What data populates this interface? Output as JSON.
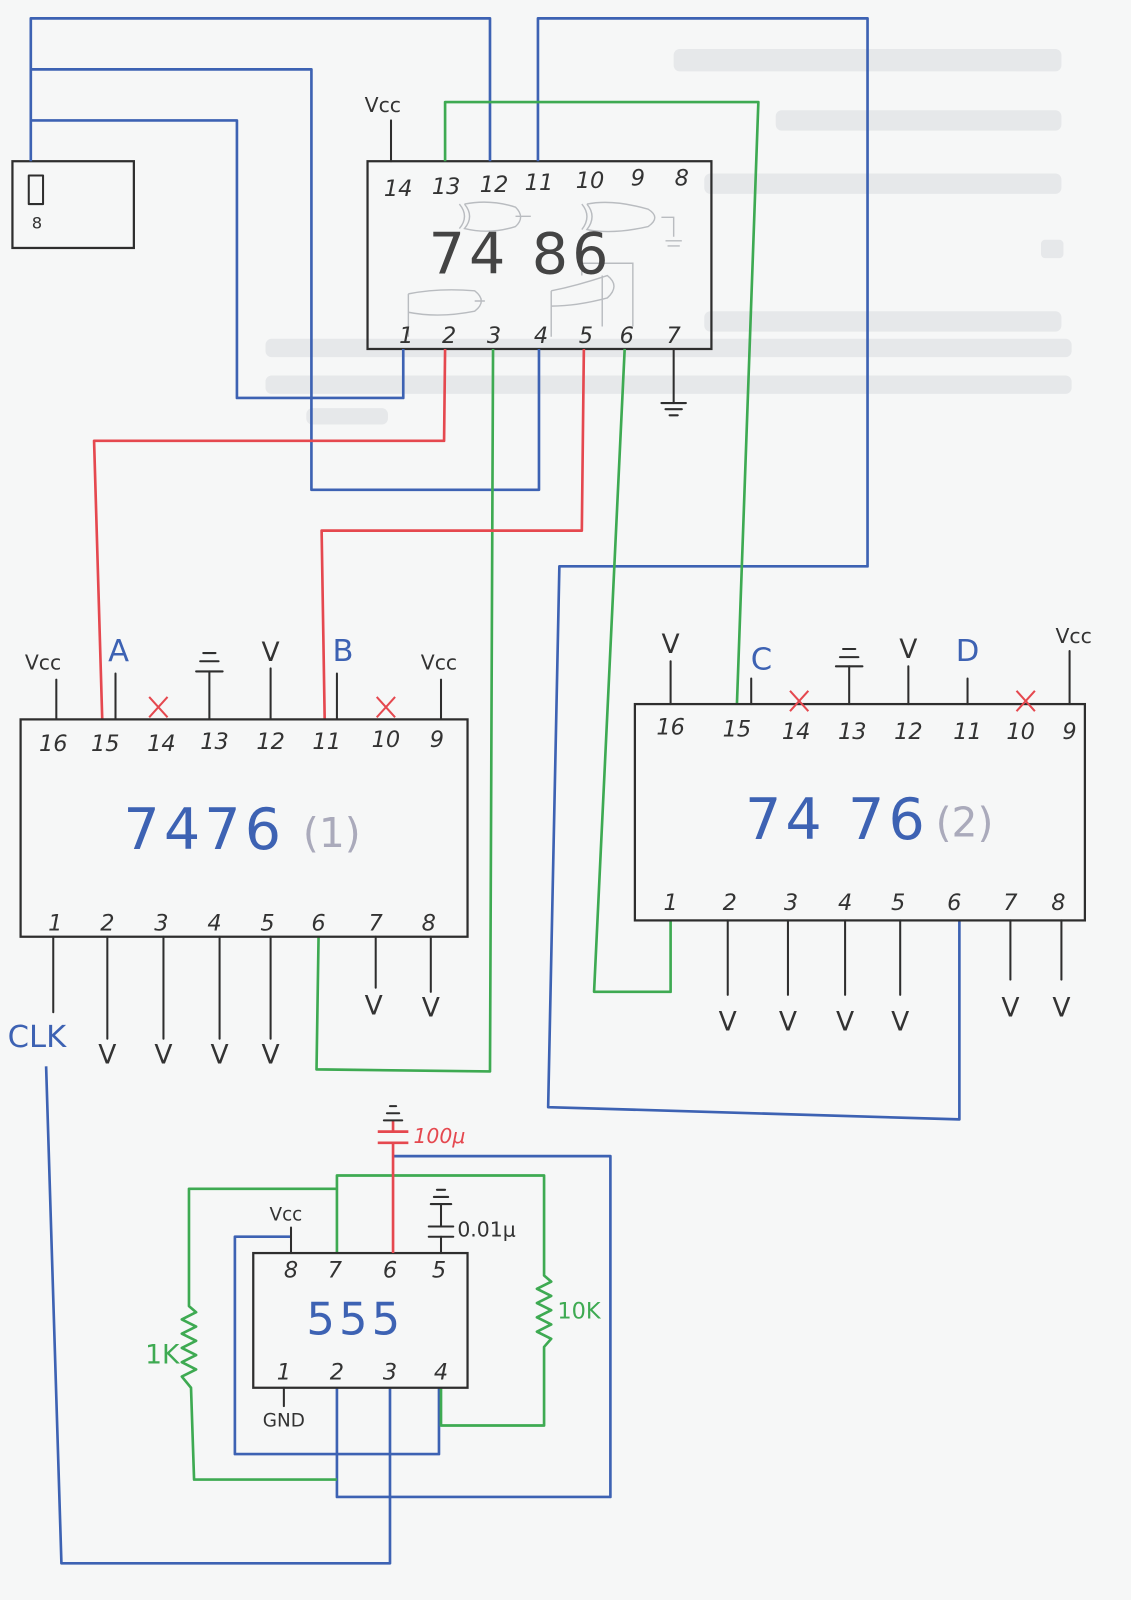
{
  "colors": {
    "blue": "#3d62b3",
    "red": "#e5484f",
    "green": "#3eaa52",
    "pencil": "#2e2e2e"
  },
  "display": {
    "digit": "8"
  },
  "ic_7486": {
    "label": "74 86",
    "vcc": "Vcc",
    "top_pins": [
      "14",
      "13",
      "12",
      "11",
      "10",
      "9",
      "8"
    ],
    "bottom_pins": [
      "1",
      "2",
      "3",
      "4",
      "5",
      "6",
      "7"
    ]
  },
  "ic_7476_1": {
    "label": "7476",
    "unit": "(1)",
    "top_pins": [
      "16",
      "15",
      "14",
      "13",
      "12",
      "11",
      "10",
      "9"
    ],
    "bottom_pins": [
      "1",
      "2",
      "3",
      "4",
      "5",
      "6",
      "7",
      "8"
    ],
    "top_labels": {
      "pin16": "Vcc",
      "pin15": "A",
      "pin12": "V",
      "pin11": "B",
      "pin9": "Vcc"
    },
    "bottom_labels": {
      "pin1": "CLK",
      "pin2": "V",
      "pin3": "V",
      "pin4": "V",
      "pin5": "V",
      "pin7": "V",
      "pin8": "V"
    }
  },
  "ic_7476_2": {
    "label": "74 76",
    "unit": "(2)",
    "top_pins": [
      "16",
      "15",
      "14",
      "13",
      "12",
      "11",
      "10",
      "9"
    ],
    "bottom_pins": [
      "1",
      "2",
      "3",
      "4",
      "5",
      "6",
      "7",
      "8"
    ],
    "top_labels": {
      "pin16": "V",
      "pin15": "C",
      "pin12": "V",
      "pin11": "D",
      "pin9": "Vcc"
    },
    "bottom_labels": {
      "pin2": "V",
      "pin3": "V",
      "pin4": "V",
      "pin5": "V",
      "pin7": "V",
      "pin8": "V"
    }
  },
  "ic_555": {
    "label": "555",
    "top_pins": [
      "8",
      "7",
      "6",
      "5"
    ],
    "bottom_pins": [
      "1",
      "2",
      "3",
      "4"
    ],
    "vcc": "Vcc",
    "gnd": "GND",
    "cap_timing": "100μ",
    "cap_control": "0.01μ",
    "r_right": "10K",
    "r_left": "1K"
  }
}
